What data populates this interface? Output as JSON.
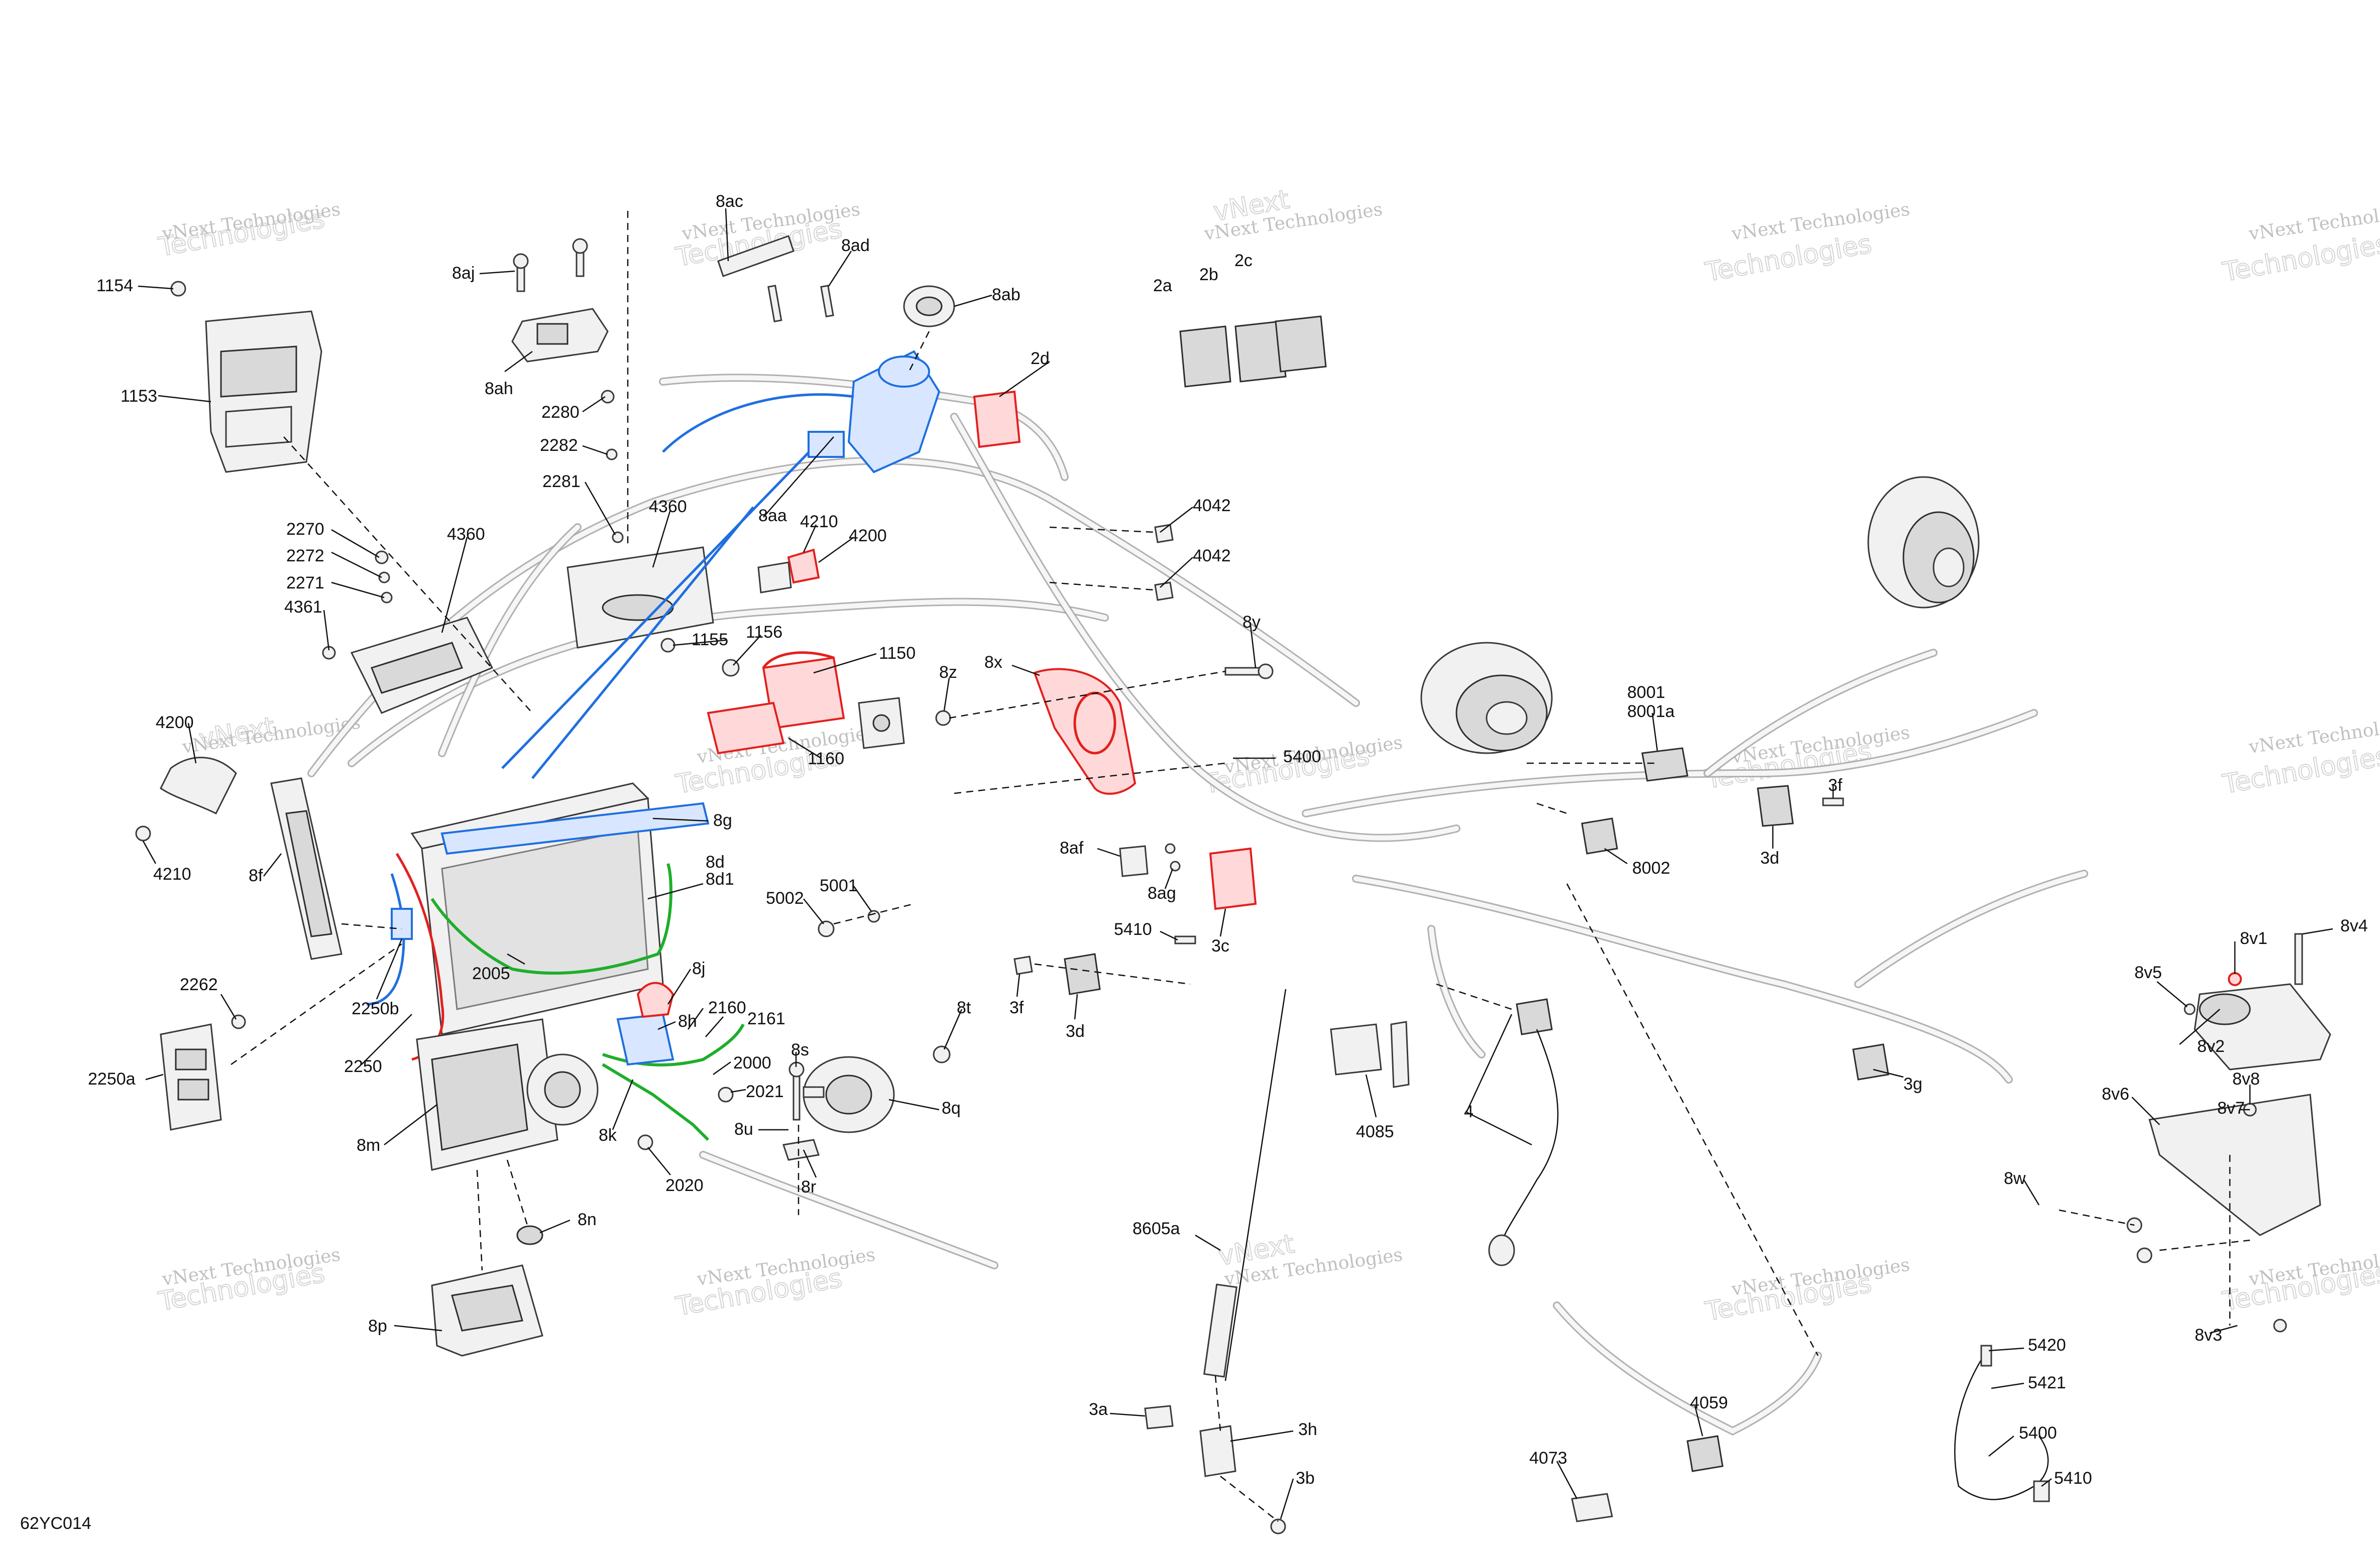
{
  "diagram_code": "62YC014",
  "watermark": {
    "line1": "vNext Technologies",
    "line2": "vNext",
    "line3": "Technologies"
  },
  "callouts": {
    "l_1154": "1154",
    "l_1153": "1153",
    "l_8aj": "8aj",
    "l_8ah": "8ah",
    "l_8ac": "8ac",
    "l_8ad": "8ad",
    "l_8ab": "8ab",
    "l_2a": "2a",
    "l_2b": "2b",
    "l_2c": "2c",
    "l_2d": "2d",
    "l_2280": "2280",
    "l_2282": "2282",
    "l_2281": "2281",
    "l_4360a": "4360",
    "l_4360b": "4360",
    "l_8aa": "8aa",
    "l_4210a": "4210",
    "l_4200a": "4200",
    "l_4042a": "4042",
    "l_4042b": "4042",
    "l_2270": "2270",
    "l_2272": "2272",
    "l_2271": "2271",
    "l_4361": "4361",
    "l_1155": "1155",
    "l_1156": "1156",
    "l_1150": "1150",
    "l_8x": "8x",
    "l_8z": "8z",
    "l_8y": "8y",
    "l_1160": "1160",
    "l_5400a": "5400",
    "l_8001": "8001",
    "l_8001a": "8001a",
    "l_3f_top": "3f",
    "l_3d_top": "3d",
    "l_8002": "8002",
    "l_4200b": "4200",
    "l_4210b": "4210",
    "l_8f": "8f",
    "l_8g": "8g",
    "l_8d": "8d",
    "l_8d1": "8d1",
    "l_5002": "5002",
    "l_5001": "5001",
    "l_8af": "8af",
    "l_8ag": "8ag",
    "l_5410a": "5410",
    "l_3c": "3c",
    "l_3f_mid": "3f",
    "l_3d_mid": "3d",
    "l_2262": "2262",
    "l_2250b": "2250b",
    "l_2005": "2005",
    "l_8j": "8j",
    "l_8h": "8h",
    "l_2160": "2160",
    "l_2161": "2161",
    "l_8t": "8t",
    "l_2250a": "2250a",
    "l_2250": "2250",
    "l_8s": "8s",
    "l_2000": "2000",
    "l_2021": "2021",
    "l_8q": "8q",
    "l_8u": "8u",
    "l_8m": "8m",
    "l_8k": "8k",
    "l_2020": "2020",
    "l_8r": "8r",
    "l_8n": "8n",
    "l_8p": "8p",
    "l_4085": "4085",
    "l_4": "4",
    "l_3g": "3g",
    "l_8v1": "8v1",
    "l_8v4": "8v4",
    "l_8v5": "8v5",
    "l_8v2": "8v2",
    "l_8v6": "8v6",
    "l_8v8": "8v8",
    "l_8v7": "8v7",
    "l_8w": "8w",
    "l_8v3": "8v3",
    "l_8605a": "8605a",
    "l_3a": "3a",
    "l_3h": "3h",
    "l_3b": "3b",
    "l_4059": "4059",
    "l_4073": "4073",
    "l_5420": "5420",
    "l_5421": "5421",
    "l_5400b": "5400",
    "l_5410b": "5410"
  },
  "colors": {
    "blue_highlight": "#1f6fe0",
    "red_highlight": "#e3201e",
    "green_highlight": "#1fae2b",
    "part_outline": "#3a3a3a",
    "harness_gray": "#a9a9a9"
  }
}
